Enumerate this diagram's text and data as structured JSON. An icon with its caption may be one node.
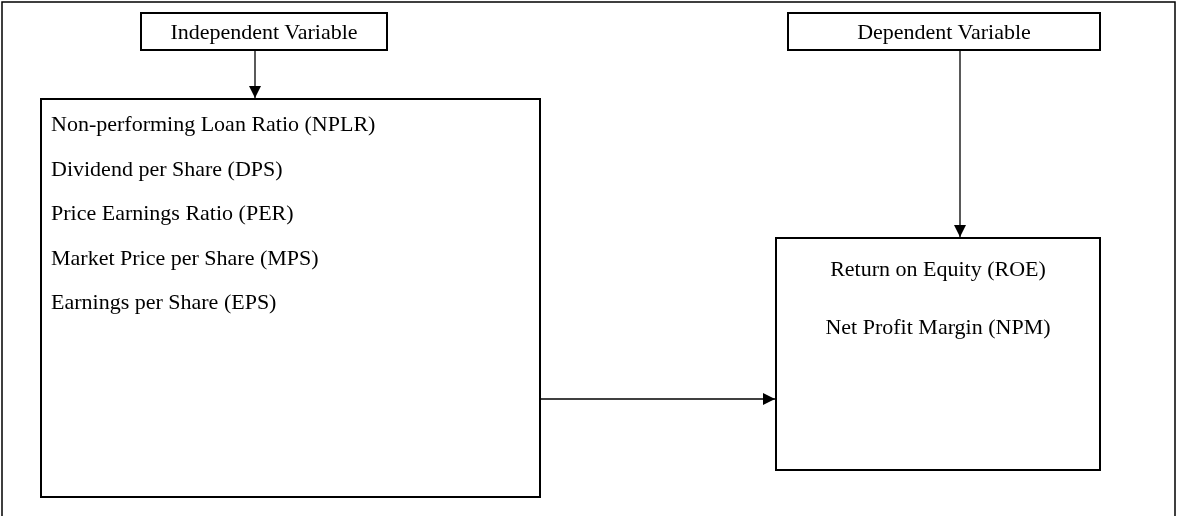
{
  "diagram": {
    "nodes": [
      {
        "text": [
          "Independent Variable"
        ]
      },
      {
        "text": [
          "Dependent Variable"
        ]
      },
      {
        "text": [
          "Non-performing Loan Ratio (NPLR)",
          "Dividend per Share (DPS)",
          "Price Earnings Ratio (PER)",
          "Market Price per Share (MPS)",
          "Earnings per Share (EPS)"
        ]
      },
      {
        "text": [
          "Return on Equity (ROE)",
          "Net Profit Margin (NPM)"
        ]
      }
    ],
    "edges": [
      {
        "from": 0,
        "to": 2,
        "arrow": "to"
      },
      {
        "from": 1,
        "to": 3,
        "arrow": "to"
      },
      {
        "from": 2,
        "to": 3,
        "arrow": "to"
      }
    ]
  }
}
